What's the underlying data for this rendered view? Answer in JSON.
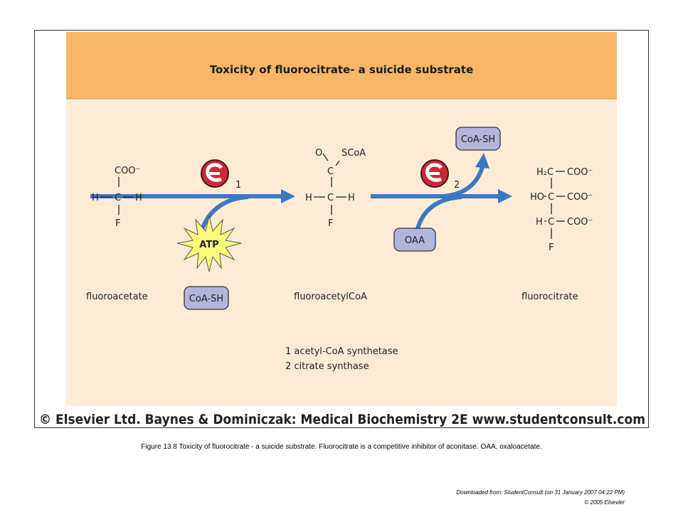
{
  "diagram": {
    "title": "Toxicity of fluorocitrate- a suicide substrate",
    "compounds": {
      "fluoroacetate": {
        "name": "fluoroacetate",
        "top": "COO⁻",
        "mid_left": "H",
        "mid_center": "C",
        "mid_right": "H",
        "bottom": "F"
      },
      "fluoroacetylcoa": {
        "name": "fluoroacetylCoA",
        "o": "O",
        "scoa": "SCoA",
        "c1": "C",
        "mid_left": "H",
        "mid_center": "C",
        "mid_right": "H",
        "bottom": "F"
      },
      "fluorocitrate": {
        "name": "fluorocitrate",
        "row1_left": "H₂C",
        "row1_right": "COO⁻",
        "row2_left": "HO",
        "row2_mid": "C",
        "row2_right": "COO⁻",
        "row3_left": "H",
        "row3_mid": "C",
        "row3_right": "COO⁻",
        "bottom": "F"
      }
    },
    "enzyme1_number": "1",
    "enzyme2_number": "2",
    "atp": "ATP",
    "coash_in": "CoA-SH",
    "coash_out": "CoA-SH",
    "oaa": "OAA",
    "legend": [
      "1 acetyl-CoA synthetase",
      "2 citrate synthase"
    ],
    "copyright": "© Elsevier Ltd. Baynes & Dominiczak: Medical Biochemistry 2E www.studentconsult.com",
    "colors": {
      "header_bg": "#f7b767",
      "body_bg": "#feebd6",
      "arrow": "#3b78c4",
      "atp_fill": "#fbfb7a",
      "box_fill": "#b4b5da",
      "enzyme_fill": "#c92a3a"
    }
  },
  "caption": "Figure 13.8 Toxicity of fluorocitrate - a suicide substrate. Fluorocitrate is a competitive inhibitor of aconitase. OAA, oxaloacetate.",
  "footer": {
    "downloaded": "Downloaded from: StudentConsult (on 31 January 2007 04:22 PM)",
    "copyright": "© 2005 Elsevier"
  }
}
